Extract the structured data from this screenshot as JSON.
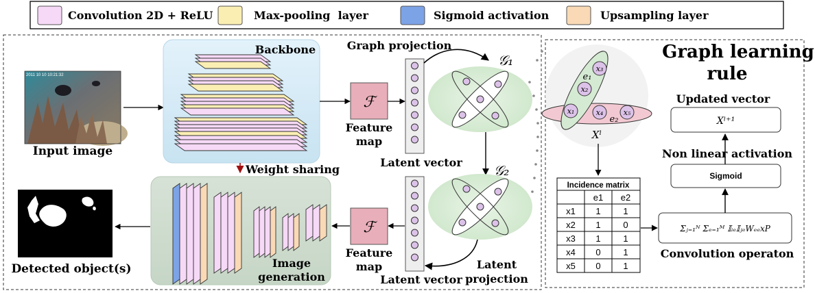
{
  "legend": {
    "items": [
      {
        "label": "Convolution 2D + ReLU",
        "color": "#f6d9f6"
      },
      {
        "label": "Max-pooling  layer",
        "color": "#fbeeb3"
      },
      {
        "label": "Sigmoid activation",
        "color": "#7ca3e6"
      },
      {
        "label": "Upsampling layer",
        "color": "#f9d9b6"
      }
    ]
  },
  "pipeline": {
    "input_label": "Input image",
    "backbone_label": "Backbone",
    "weight_sharing": "Weight sharing",
    "image_generation": [
      "Image",
      "generation"
    ],
    "detected_label": "Detected object(s)",
    "feature_symbol": "ℱ",
    "feature_map": [
      "Feature",
      "map"
    ],
    "latent_vector": "Latent vector",
    "graph_projection": "Graph projection",
    "latent_projection": [
      "Latent",
      "projection"
    ],
    "graph1": "𝒢₁",
    "graph2": "𝒢₂"
  },
  "rule": {
    "title": [
      "Graph learning",
      "rule"
    ],
    "nodes": [
      "x₁",
      "x₂",
      "x₃",
      "x₄",
      "x₅"
    ],
    "edges": [
      "e₁",
      "e₂"
    ],
    "graph_caption": "Xˡ",
    "incidence": {
      "title": "Incidence matrix",
      "headers": [
        "",
        "e1",
        "e2"
      ],
      "rows": [
        [
          "x1",
          "1",
          "1"
        ],
        [
          "x2",
          "1",
          "0"
        ],
        [
          "x3",
          "1",
          "1"
        ],
        [
          "x4",
          "0",
          "1"
        ],
        [
          "x5",
          "0",
          "1"
        ]
      ]
    },
    "updated_vector": "Updated vector",
    "updated_symbol": "Xˡ⁺¹",
    "nonlinear": "Non linear",
    "activation": "activation",
    "sigmoid": "Sigmoid",
    "formula": "Σⱼ₌₁ᴺ Σₑ₌₁ᴹ 𝕀ᵢₑ𝕀ⱼₑWₑₑxP",
    "convolution_label": "Convolution operaton"
  },
  "colors": {
    "pink": "#f6d9f6",
    "yellow": "#fbeeb3",
    "blue": "#7ca3e6",
    "peach": "#f9d9b6",
    "feature_box": "#e8aeb9",
    "graph_bg": "#d5ead2",
    "node": "#dcc2e8"
  }
}
